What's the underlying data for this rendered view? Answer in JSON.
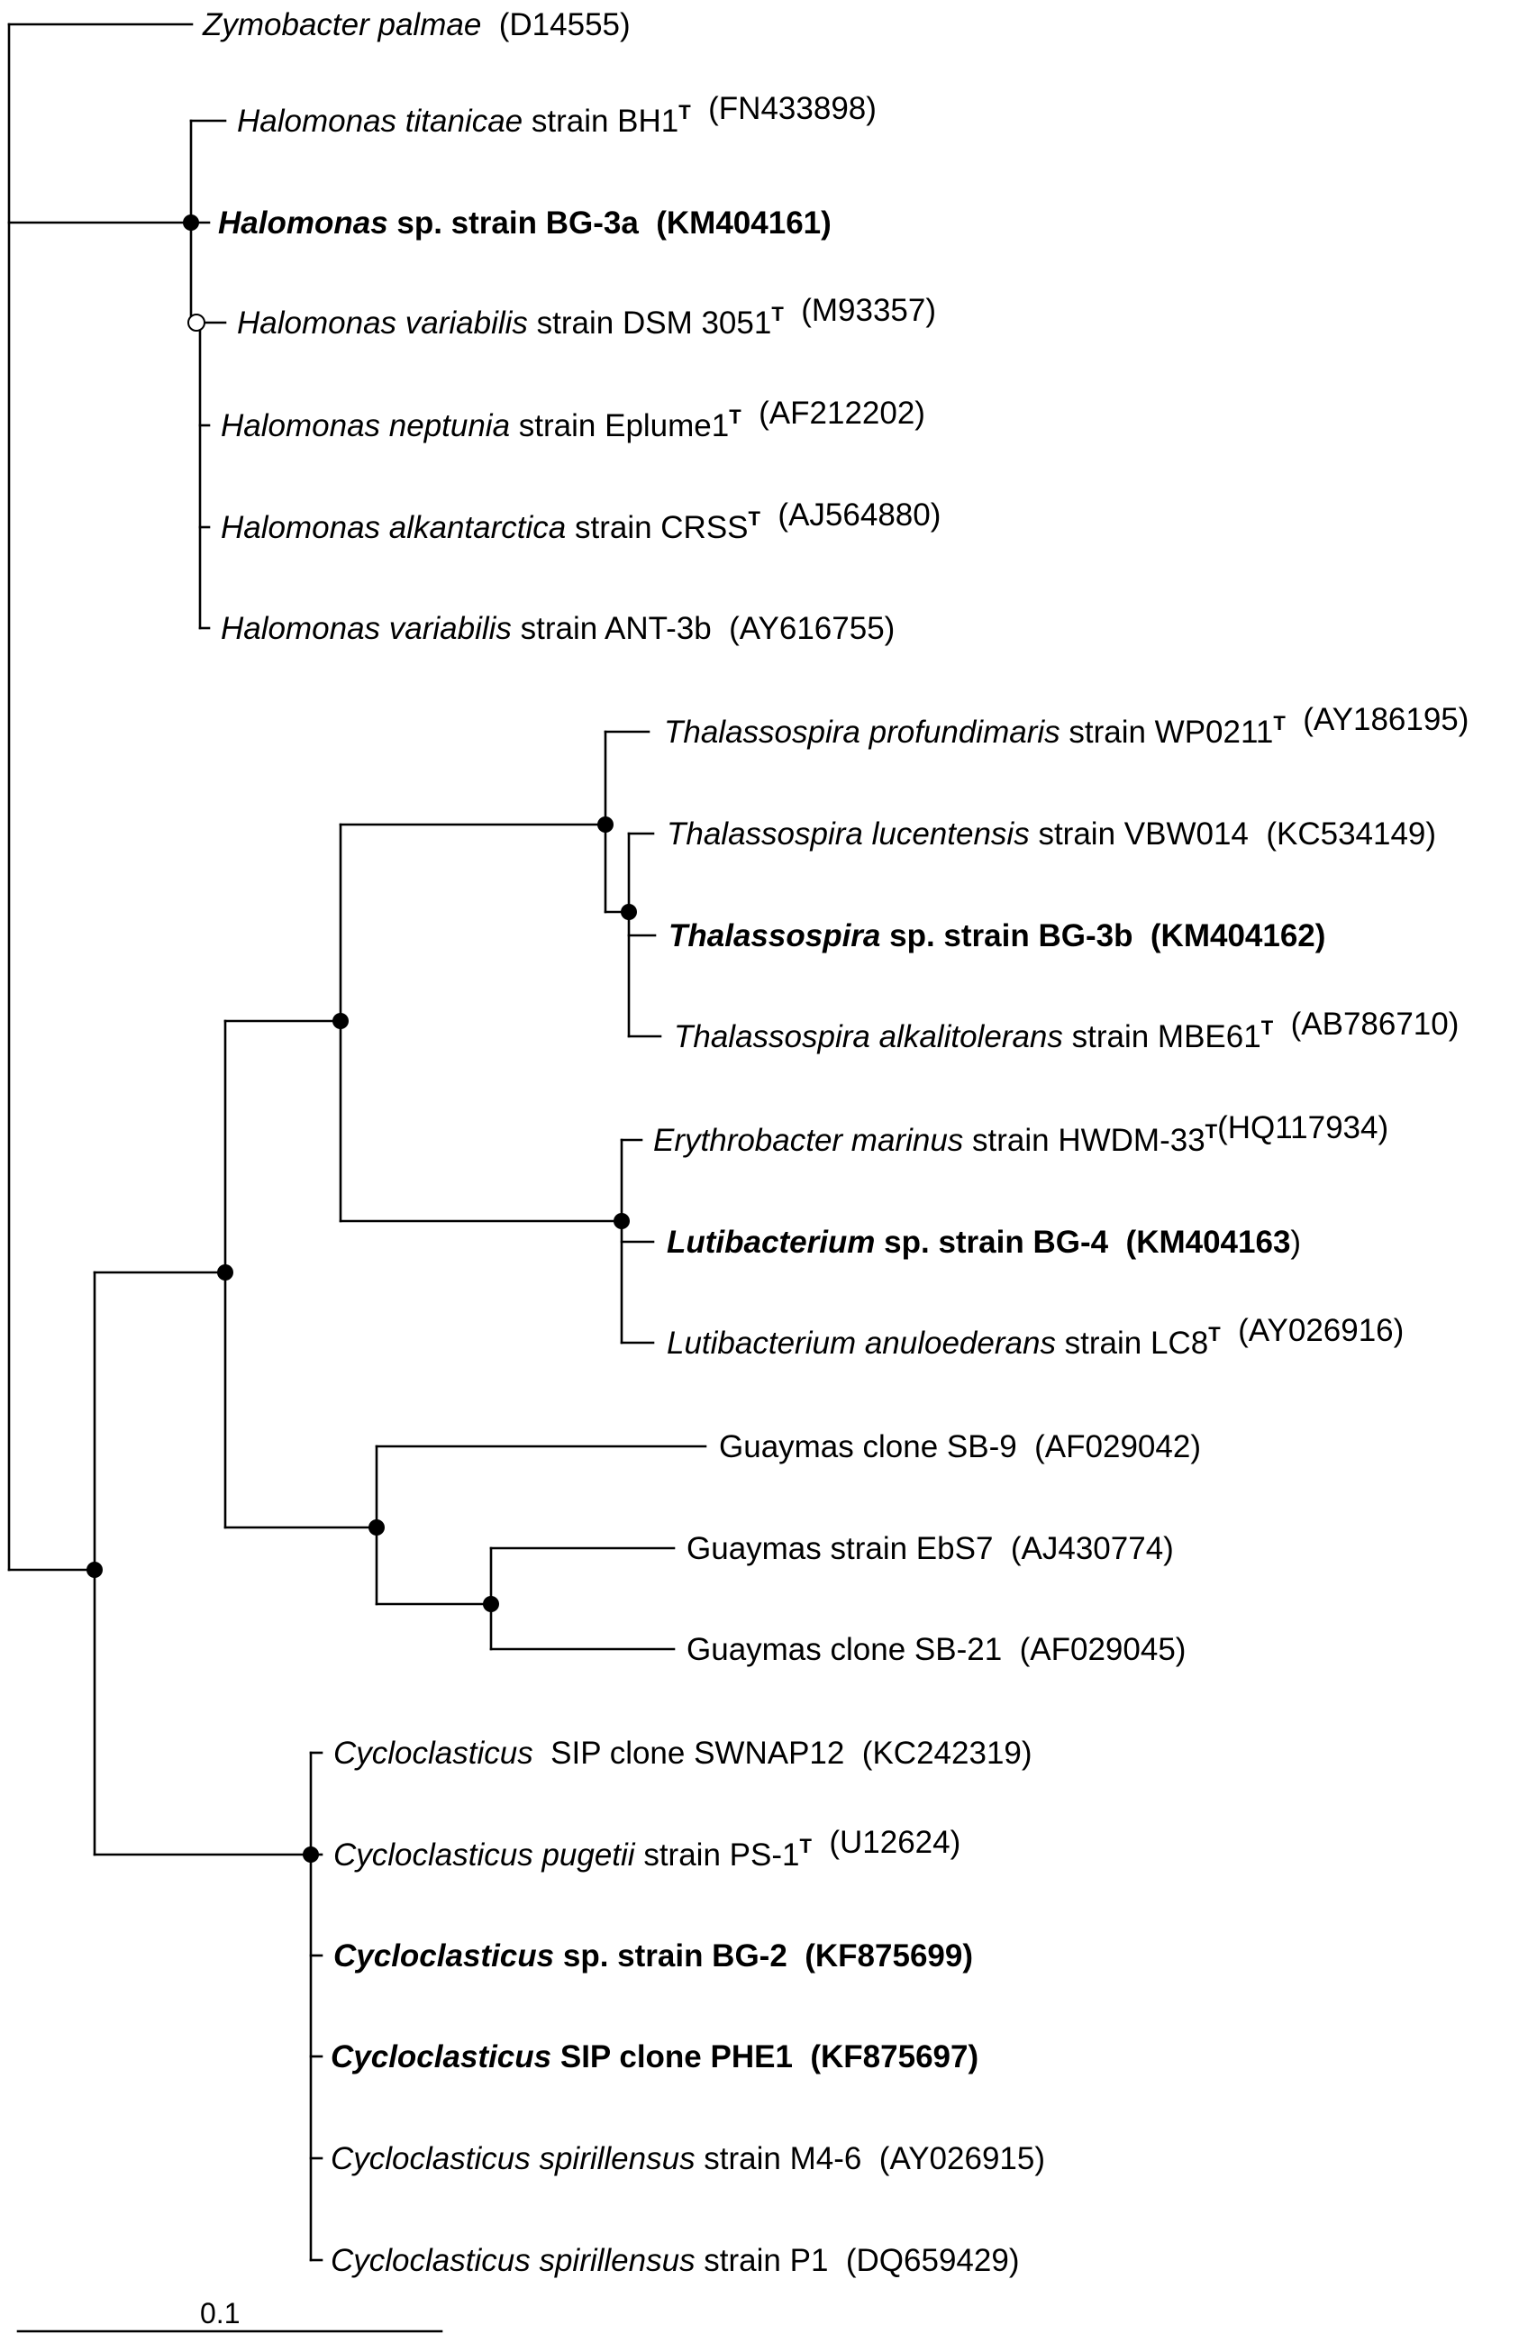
{
  "tree": {
    "taxa": [
      {
        "id": "zp",
        "parts": [
          {
            "t": "Zymobacter palmae",
            "s": "i"
          },
          {
            "t": "  (D14555)"
          }
        ]
      },
      {
        "id": "hti",
        "parts": [
          {
            "t": "Halomonas titanicae",
            "s": "i"
          },
          {
            "t": " strain BH1"
          },
          {
            "t": "T",
            "s": "sup"
          },
          {
            "t": "  (FN433898)"
          }
        ]
      },
      {
        "id": "hbg",
        "parts": [
          {
            "t": "Halomonas",
            "s": "bi"
          },
          {
            "t": " sp. strain BG-3a  (KM404161)",
            "s": "b"
          }
        ]
      },
      {
        "id": "hva1",
        "parts": [
          {
            "t": "Halomonas variabilis",
            "s": "i"
          },
          {
            "t": " strain DSM 3051"
          },
          {
            "t": "T",
            "s": "sup"
          },
          {
            "t": "  (M93357)"
          }
        ]
      },
      {
        "id": "hne",
        "parts": [
          {
            "t": "Halomonas neptunia",
            "s": "i"
          },
          {
            "t": " strain Eplume1"
          },
          {
            "t": "T",
            "s": "sup"
          },
          {
            "t": "  (AF212202)"
          }
        ]
      },
      {
        "id": "hal",
        "parts": [
          {
            "t": "Halomonas alkantarctica",
            "s": "i"
          },
          {
            "t": " strain CRSS"
          },
          {
            "t": "T",
            "s": "sup"
          },
          {
            "t": "  (AJ564880)"
          }
        ]
      },
      {
        "id": "hva2",
        "parts": [
          {
            "t": "Halomonas variabilis",
            "s": "i"
          },
          {
            "t": " strain ANT-3b  (AY616755)"
          }
        ]
      },
      {
        "id": "tpr",
        "parts": [
          {
            "t": "Thalassospira profundimaris",
            "s": "i"
          },
          {
            "t": " strain WP0211"
          },
          {
            "t": "T",
            "s": "sup"
          },
          {
            "t": "  (AY186195)"
          }
        ]
      },
      {
        "id": "tlu",
        "parts": [
          {
            "t": "Thalassospira lucentensis",
            "s": "i"
          },
          {
            "t": " strain VBW014  (KC534149)"
          }
        ]
      },
      {
        "id": "tbg",
        "parts": [
          {
            "t": "Thalassospira",
            "s": "bi"
          },
          {
            "t": " sp. strain BG-3b  (KM404162)",
            "s": "b"
          }
        ]
      },
      {
        "id": "tal",
        "parts": [
          {
            "t": "Thalassospira alkalitolerans",
            "s": "i"
          },
          {
            "t": " strain MBE61"
          },
          {
            "t": "T",
            "s": "sup"
          },
          {
            "t": "  (AB786710)"
          }
        ]
      },
      {
        "id": "ema",
        "parts": [
          {
            "t": "Erythrobacter marinus",
            "s": "i"
          },
          {
            "t": " strain HWDM-33"
          },
          {
            "t": "T",
            "s": "sup"
          },
          {
            "t": "(HQ117934)"
          }
        ]
      },
      {
        "id": "lbg",
        "parts": [
          {
            "t": "Lutibacterium",
            "s": "bi"
          },
          {
            "t": " sp. strain BG-4  (KM404163",
            "s": "b"
          },
          {
            "t": ")"
          }
        ]
      },
      {
        "id": "lan",
        "parts": [
          {
            "t": "Lutibacterium anuloederans",
            "s": "i"
          },
          {
            "t": " strain LC8"
          },
          {
            "t": "T",
            "s": "sup"
          },
          {
            "t": "  (AY026916)"
          }
        ]
      },
      {
        "id": "g9",
        "parts": [
          {
            "t": "Guaymas clone SB-9  (AF029042)"
          }
        ]
      },
      {
        "id": "ge",
        "parts": [
          {
            "t": "Guaymas strain EbS7  (AJ430774)"
          }
        ]
      },
      {
        "id": "g21",
        "parts": [
          {
            "t": "Guaymas clone SB-21  (AF029045)"
          }
        ]
      },
      {
        "id": "csw",
        "parts": [
          {
            "t": "Cycloclasticus",
            "s": "i"
          },
          {
            "t": "  SIP clone SWNAP12  (KC242319)"
          }
        ]
      },
      {
        "id": "cpu",
        "parts": [
          {
            "t": "Cycloclasticus pugetii",
            "s": "i"
          },
          {
            "t": " strain PS-1"
          },
          {
            "t": "T",
            "s": "sup"
          },
          {
            "t": "  (U12624)"
          }
        ]
      },
      {
        "id": "cbg",
        "parts": [
          {
            "t": "Cycloclasticus",
            "s": "bi"
          },
          {
            "t": " sp. strain BG-2  (KF875699)",
            "s": "b"
          }
        ]
      },
      {
        "id": "cph",
        "parts": [
          {
            "t": "Cycloclasticus",
            "s": "bi"
          },
          {
            "t": " SIP clone PHE1  (KF875697)",
            "s": "b"
          }
        ]
      },
      {
        "id": "csp1",
        "parts": [
          {
            "t": "Cycloclasticus spirillensus",
            "s": "i"
          },
          {
            "t": " strain M4-6  (AY026915)"
          }
        ]
      },
      {
        "id": "csp2",
        "parts": [
          {
            "t": "Cycloclasticus spirillensus",
            "s": "i"
          },
          {
            "t": " strain P1  (DQ659429)"
          }
        ]
      }
    ],
    "support_nodes": [
      {
        "id": "n-halomonas",
        "filled": true
      },
      {
        "id": "n-halomonas-sub",
        "filled": false
      },
      {
        "id": "n-alpha",
        "filled": true
      },
      {
        "id": "n-thalasso",
        "filled": true
      },
      {
        "id": "n-thalasso-sub",
        "filled": true
      },
      {
        "id": "n-lutibact",
        "filled": true
      },
      {
        "id": "n-main",
        "filled": true
      },
      {
        "id": "n-guaymas",
        "filled": true
      },
      {
        "id": "n-guaymas-sub",
        "filled": true
      },
      {
        "id": "n-root",
        "filled": true
      },
      {
        "id": "n-cyclo",
        "filled": true
      }
    ]
  },
  "scale_bar": {
    "label": "0.1"
  }
}
